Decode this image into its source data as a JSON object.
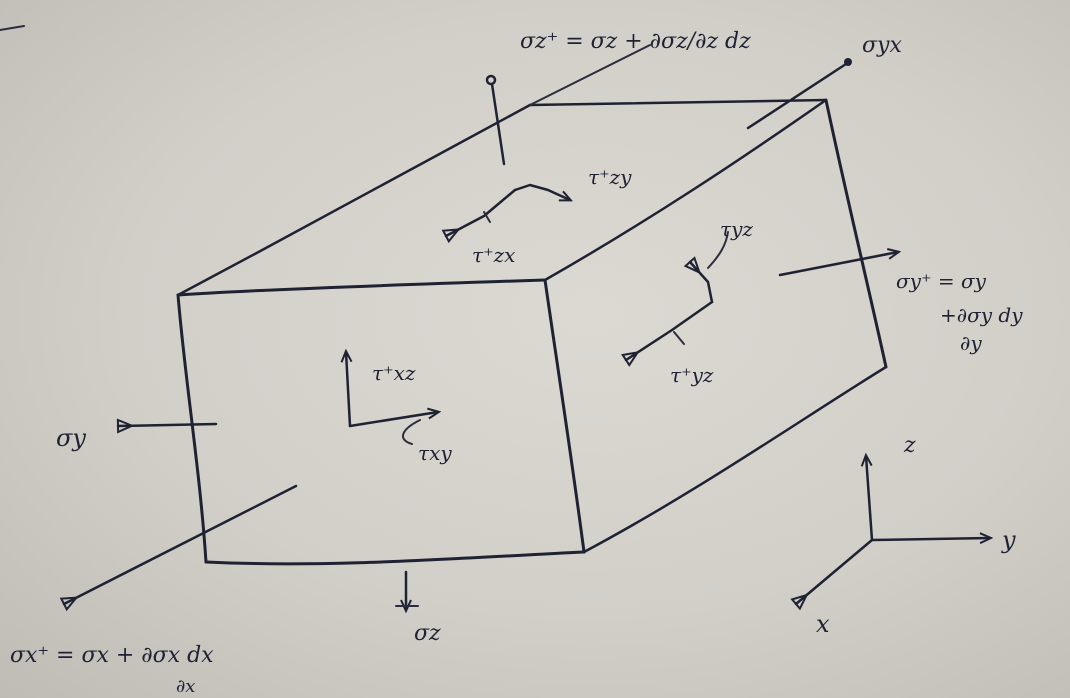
{
  "labels": {
    "sigma_z_plus": "σz⁺ = σz + ∂σz/∂z dz",
    "sigma_yx": "σyx",
    "tau_zy_plus": "τ⁺zy",
    "tau_zx_plus": "τ⁺zx",
    "tau_yz_top": "τyz",
    "sigma_y_plus_line1": "σy⁺ = σy",
    "sigma_y_plus_line2": "+∂σy dy",
    "sigma_y_plus_line3": "∂y",
    "tau_yz_plus": "τ⁺yz",
    "tau_xz_plus": "τ⁺xz",
    "tau_xy": "τxy",
    "sigma_y": "σy",
    "sigma_z": "σz",
    "sigma_x_plus_line1": "σx⁺ = σx + ∂σx dx",
    "sigma_x_plus_line2": "∂x",
    "axis_z": "z",
    "axis_y": "y",
    "axis_x": "x"
  }
}
